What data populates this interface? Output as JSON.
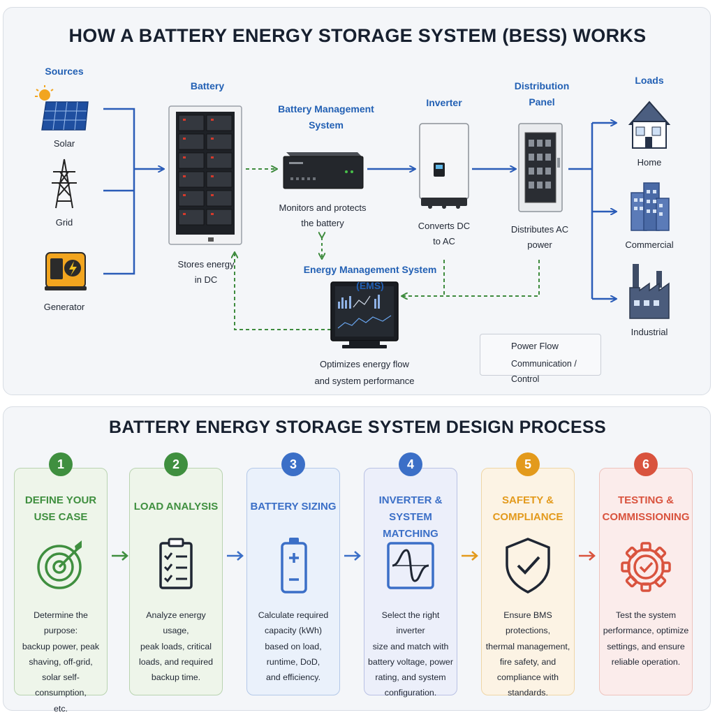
{
  "top_title": "HOW A BATTERY ENERGY STORAGE SYSTEM (BESS) WORKS",
  "sources": {
    "header": "Sources",
    "items": [
      "Solar",
      "Grid",
      "Generator"
    ]
  },
  "battery": {
    "header": "Battery",
    "desc_line1": "Stores energy",
    "desc_line2": "in DC"
  },
  "bms": {
    "header": "Battery Management System",
    "desc_line1": "Monitors and protects",
    "desc_line2": "the battery"
  },
  "inverter": {
    "header": "Inverter",
    "desc_line1": "Converts DC",
    "desc_line2": "to AC"
  },
  "distribution": {
    "header_line1": "Distribution",
    "header_line2": "Panel",
    "desc_line1": "Distributes AC",
    "desc_line2": "power"
  },
  "ems": {
    "header": "Energy Management System (EMS)",
    "desc_line1": "Optimizes energy flow",
    "desc_line2": "and system performance"
  },
  "loads": {
    "header": "Loads",
    "items": [
      "Home",
      "Commercial",
      "Industrial"
    ]
  },
  "legend": {
    "power_flow": "Power Flow",
    "communication": "Communication / Control"
  },
  "colors": {
    "power": "#2a5cb8",
    "communication": "#3e8b3e"
  },
  "bottom_title": "BATTERY ENERGY STORAGE SYSTEM DESIGN PROCESS",
  "steps": [
    {
      "number": "1",
      "title_line1": "DEFINE YOUR",
      "title_line2": "USE CASE",
      "icon": "target-icon",
      "desc": [
        "Determine the purpose:",
        "backup power, peak",
        "shaving, off-grid,",
        "solar self-consumption,",
        "etc."
      ],
      "accent": "#3f8f3f",
      "bg": "#eef5ea",
      "border": "#b9d3b0"
    },
    {
      "number": "2",
      "title_line1": "LOAD ANALYSIS",
      "title_line2": "",
      "icon": "checklist-icon",
      "desc": [
        "Analyze energy usage,",
        "peak loads, critical",
        "loads, and required",
        "backup time."
      ],
      "accent": "#3f8f3f",
      "bg": "#eef5ea",
      "border": "#b9d3b0"
    },
    {
      "number": "3",
      "title_line1": "BATTERY SIZING",
      "title_line2": "",
      "icon": "battery-icon",
      "desc": [
        "Calculate required",
        "capacity (kWh)",
        "based on load,",
        "runtime, DoD,",
        "and efficiency."
      ],
      "accent": "#3b6fc7",
      "bg": "#eaf1fb",
      "border": "#b3c8e8"
    },
    {
      "number": "4",
      "title_line1": "INVERTER & SYSTEM",
      "title_line2": "MATCHING",
      "icon": "waveform-icon",
      "desc": [
        "Select the right inverter",
        "size and match with",
        "battery voltage, power",
        "rating, and system",
        "configuration."
      ],
      "accent": "#3b6fc7",
      "bg": "#eceffa",
      "border": "#b9c1e4"
    },
    {
      "number": "5",
      "title_line1": "SAFETY &",
      "title_line2": "COMPLIANCE",
      "icon": "shield-check-icon",
      "desc": [
        "Ensure BMS protections,",
        "thermal management,",
        "fire safety, and",
        "compliance with",
        "standards."
      ],
      "accent": "#e39a1c",
      "bg": "#fcf3e4",
      "border": "#efd6a6"
    },
    {
      "number": "6",
      "title_line1": "TESTING &",
      "title_line2": "COMMISSIONING",
      "icon": "gear-check-icon",
      "desc": [
        "Test the system",
        "performance, optimize",
        "settings, and ensure",
        "reliable operation."
      ],
      "accent": "#d9533e",
      "bg": "#fbeceb",
      "border": "#eec3bd"
    }
  ]
}
